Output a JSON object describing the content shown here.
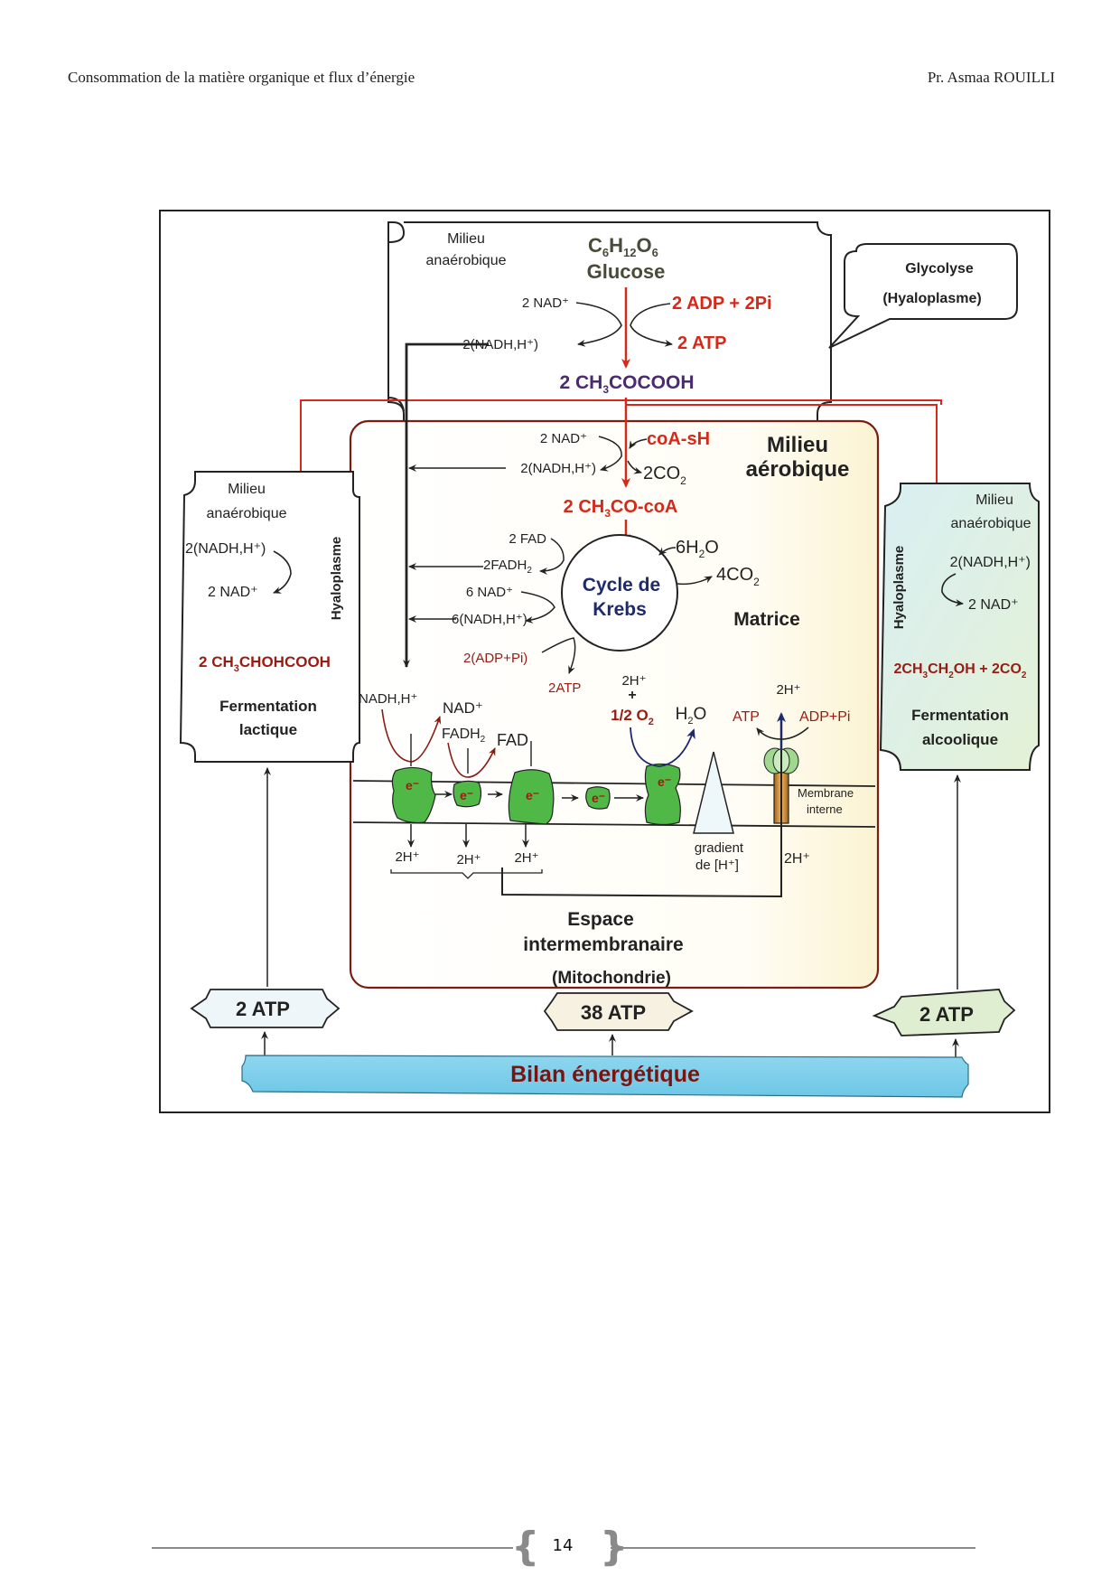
{
  "header": {
    "title": "Consommation de la matière organique et flux d’énergie",
    "author": "Pr. Asmaa ROUILLI"
  },
  "diagram": {
    "glycolysis": {
      "milieu_line1": "Milieu",
      "milieu_line2": "anaérobique",
      "glucose_formula": {
        "c": "C",
        "c_sub": "6",
        "h": "H",
        "h_sub": "12",
        "o": "O",
        "o_sub": "6"
      },
      "glucose_name": "Glucose",
      "nad": "2 NAD⁺",
      "nadh": "2(NADH,H⁺)",
      "adp": "2 ADP + 2Pi",
      "atp": "2 ATP",
      "pyruvate": {
        "pre": "2 CH",
        "sub": "3",
        "post": "COCOOH"
      },
      "callout_line1": "Glycolyse",
      "callout_line2": "(Hyaloplasme)"
    },
    "mitochondrion": {
      "title_line1": "Milieu",
      "title_line2": "aérobique",
      "nad": "2 NAD⁺",
      "nadh": "2(NADH,H⁺)",
      "coa": "coA-sH",
      "co2": {
        "pre": "2CO",
        "sub": "2"
      },
      "acetyl": {
        "pre": "2 CH",
        "sub": "3",
        "post": "CO-coA"
      },
      "fad": "2 FAD",
      "fadh2": {
        "pre": "2FADH",
        "sub": "2"
      },
      "nad6": "6 NAD⁺",
      "nadh6": "6(NADH,H⁺)",
      "adp_pi": "2(ADP+Pi)",
      "atp2": "2ATP",
      "h2o6": {
        "pre": "6H",
        "sub": "2",
        "post": "O"
      },
      "co2_4": {
        "pre": "4CO",
        "sub": "2"
      },
      "krebs_line1": "Cycle de",
      "krebs_line2": "Krebs",
      "matrice": "Matrice",
      "chain": {
        "nadh": "NADH,H⁺",
        "nad": "NAD⁺",
        "fadh2": {
          "pre": "FADH",
          "sub": "2"
        },
        "fad": "FAD",
        "h_plus_top": "2H⁺",
        "plus": "+",
        "o2": {
          "pre": "1/2 O",
          "sub": "2"
        },
        "h2o": {
          "pre": "H",
          "sub": "2",
          "post": "O"
        },
        "atp": "ATP",
        "adp_pi": "ADP+Pi",
        "h_plus_synthase": "2H⁺",
        "electron": "e⁻",
        "membrane_line1": "Membrane",
        "membrane_line2": "interne",
        "gradient_line1": "gradient",
        "gradient_line2": "de [H⁺]",
        "h_out": [
          "2H⁺",
          "2H⁺",
          "2H⁺"
        ],
        "h_in": "2H⁺"
      },
      "espace_line1": "Espace",
      "espace_line2": "intermembranaire",
      "mitochondrie": "(Mitochondrie)"
    },
    "lactic": {
      "milieu_line1": "Milieu",
      "milieu_line2": "anaérobique",
      "nadh": "2(NADH,H⁺)",
      "nad": "2 NAD⁺",
      "hyaloplasme": "Hyaloplasme",
      "product": {
        "pre": "2 CH",
        "sub": "3",
        "post": "CHOHCOOH"
      },
      "name_line1": "Fermentation",
      "name_line2": "lactique"
    },
    "alcoholic": {
      "milieu_line1": "Milieu",
      "milieu_line2": "anaérobique",
      "nadh": "2(NADH,H⁺)",
      "nad": "2 NAD⁺",
      "hyaloplasme": "Hyaloplasme",
      "product": {
        "p1": "2CH",
        "s1": "3",
        "p2": "CH",
        "s2": "2",
        "p3": "OH + 2CO",
        "s3": "2"
      },
      "name_line1": "Fermentation",
      "name_line2": "alcoolique"
    },
    "yields": {
      "lactic": "2 ATP",
      "aerobic": "38 ATP",
      "alcoholic": "2 ATP"
    },
    "bilan": "Bilan énergétique"
  },
  "footer": {
    "page_number": "14",
    "brace_left": "{",
    "brace_right": "}"
  }
}
